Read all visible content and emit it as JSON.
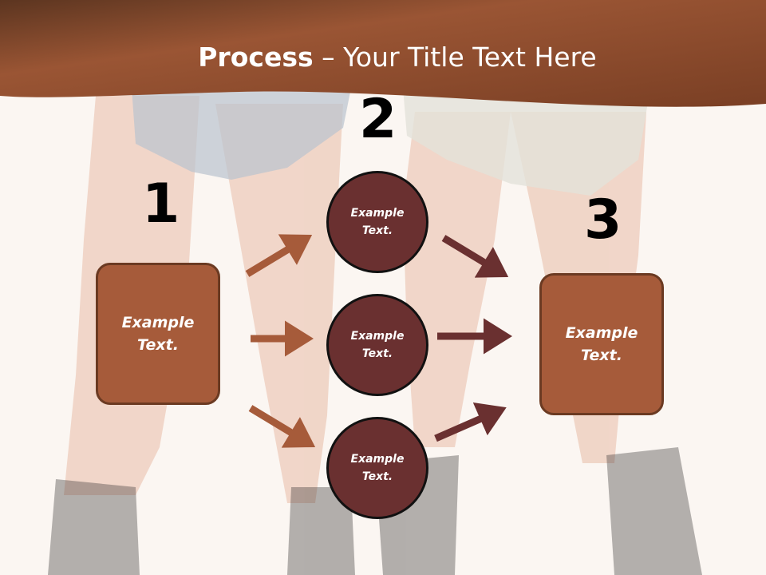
{
  "slide": {
    "title_bold": "Process",
    "title_rest": " – Your Title Text Here"
  },
  "steps": {
    "num1": "1",
    "num2": "2",
    "num3": "3"
  },
  "boxes": {
    "left": [
      "Example",
      "Text."
    ],
    "right": [
      "Example",
      "Text."
    ]
  },
  "circles": {
    "top": [
      "Example",
      "Text."
    ],
    "middle": [
      "Example",
      "Text."
    ],
    "bottom": [
      "Example",
      "Text."
    ]
  },
  "colors": {
    "header": "#8a4a2c",
    "box_fill": "#a65b3a",
    "circle_fill": "#6a3030",
    "arrow_left": "#a65b3a",
    "arrow_right": "#6a3030"
  }
}
